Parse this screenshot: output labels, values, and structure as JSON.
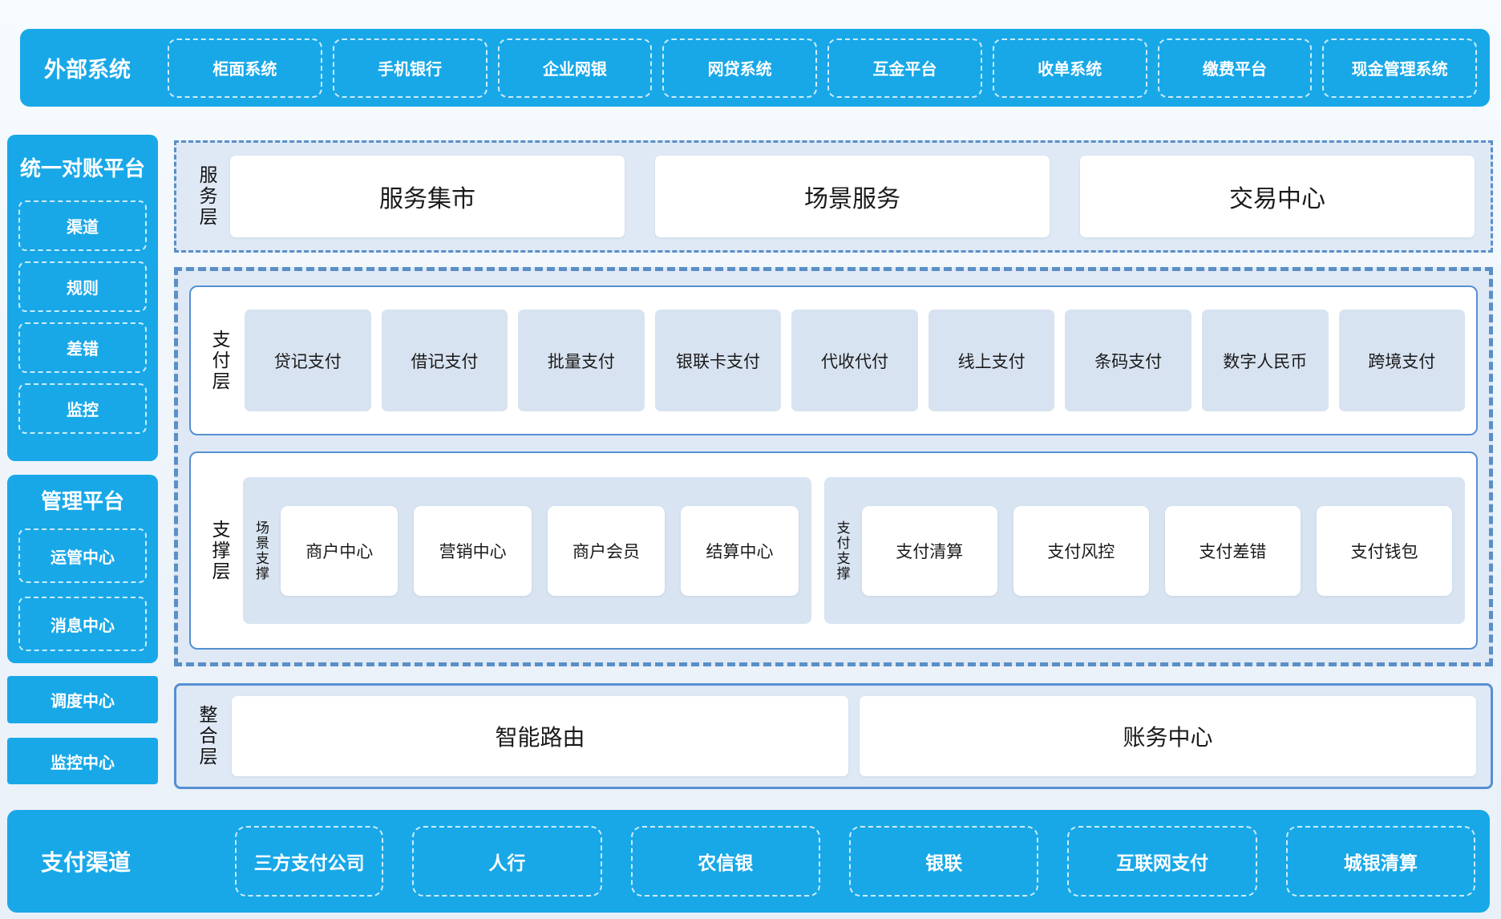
{
  "colors": {
    "primary_blue": "#18a8e8",
    "container_fill": "#dfe9f5",
    "container_border": "#5a8fc7",
    "inner_border": "#5590d2",
    "item_fill": "#d8e3f1",
    "text_dark": "#1a1a1a",
    "text_white": "#ffffff"
  },
  "top_bar": {
    "title": "外部系统",
    "items": [
      "柜面系统",
      "手机银行",
      "企业网银",
      "网贷系统",
      "互金平台",
      "收单系统",
      "缴费平台",
      "现金管理系统"
    ]
  },
  "sidebar": {
    "reconciliation": {
      "title": "统一对账平台",
      "items": [
        "渠道",
        "规则",
        "差错",
        "监控"
      ]
    },
    "management": {
      "title": "管理平台",
      "items": [
        "运管中心",
        "消息中心"
      ]
    },
    "solo_items": [
      "调度中心",
      "监控中心"
    ]
  },
  "main": {
    "service_layer": {
      "label": "服务层",
      "items": [
        "服务集市",
        "场景服务",
        "交易中心"
      ]
    },
    "payment_layer": {
      "label": "支付层",
      "items": [
        "贷记支付",
        "借记支付",
        "批量支付",
        "银联卡支付",
        "代收代付",
        "线上支付",
        "条码支付",
        "数字人民币",
        "跨境支付"
      ]
    },
    "support_layer": {
      "label": "支撑层",
      "groups": [
        {
          "label": "场景支撑",
          "items": [
            "商户中心",
            "营销中心",
            "商户会员",
            "结算中心"
          ]
        },
        {
          "label": "支付支撑",
          "items": [
            "支付清算",
            "支付风控",
            "支付差错",
            "支付钱包"
          ]
        }
      ]
    },
    "integration_layer": {
      "label": "整合层",
      "items": [
        "智能路由",
        "账务中心"
      ]
    }
  },
  "bottom_bar": {
    "title": "支付渠道",
    "items": [
      "三方支付公司",
      "人行",
      "农信银",
      "银联",
      "互联网支付",
      "城银清算"
    ]
  }
}
